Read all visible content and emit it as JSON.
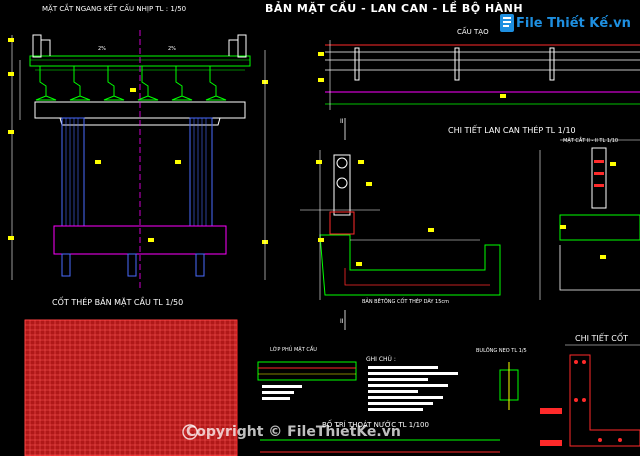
{
  "main_title": "BẢN MẶT CẦU - LAN CAN - LỀ BỘ HÀNH",
  "section_cross": "MẶT CẮT NGANG KẾT CẤU NHỊP TL : 1/50",
  "section_deck_rebar": "CỐT THÉP BẢN MẶT CẦU TL 1/50",
  "section_railing_detail": "CHI TIẾT LAN CAN THÉP TL 1/10",
  "section_railing_layout": "CẤU TẠO",
  "section_cut": "MẶT CẮT II - II TL 1/10",
  "section_drainage": "BỐ TRÍ THOÁT NƯỚC TL 1/100",
  "section_detail_right": "CHI TIẾT CỐT",
  "label_concrete_slab": "BẢN BÊTÔNG CỐT THÉP DÀY 15cm",
  "label_surface_layer": "LỚP PHỦ MẶT CẦU",
  "label_notes": "GHI CHÚ :",
  "label_anchor_bolt": "BULÔNG NEO TL 1/5",
  "slope_left": "2%",
  "slope_right": "2%",
  "section_marker": "II",
  "watermark_logo_text": "File Thiết Kế.vn",
  "watermark_copyright": "Copyright © FileThietKe.vn",
  "colors": {
    "background": "#000000",
    "title_text": "#ffffff",
    "red_line": "#ff2a2a",
    "magenta": "#ff00ff",
    "green": "#00ff00",
    "yellow": "#ffff00",
    "cyan": "#00ffff",
    "blue": "#4a6bff",
    "logo_blue": "#1e8fe0"
  }
}
